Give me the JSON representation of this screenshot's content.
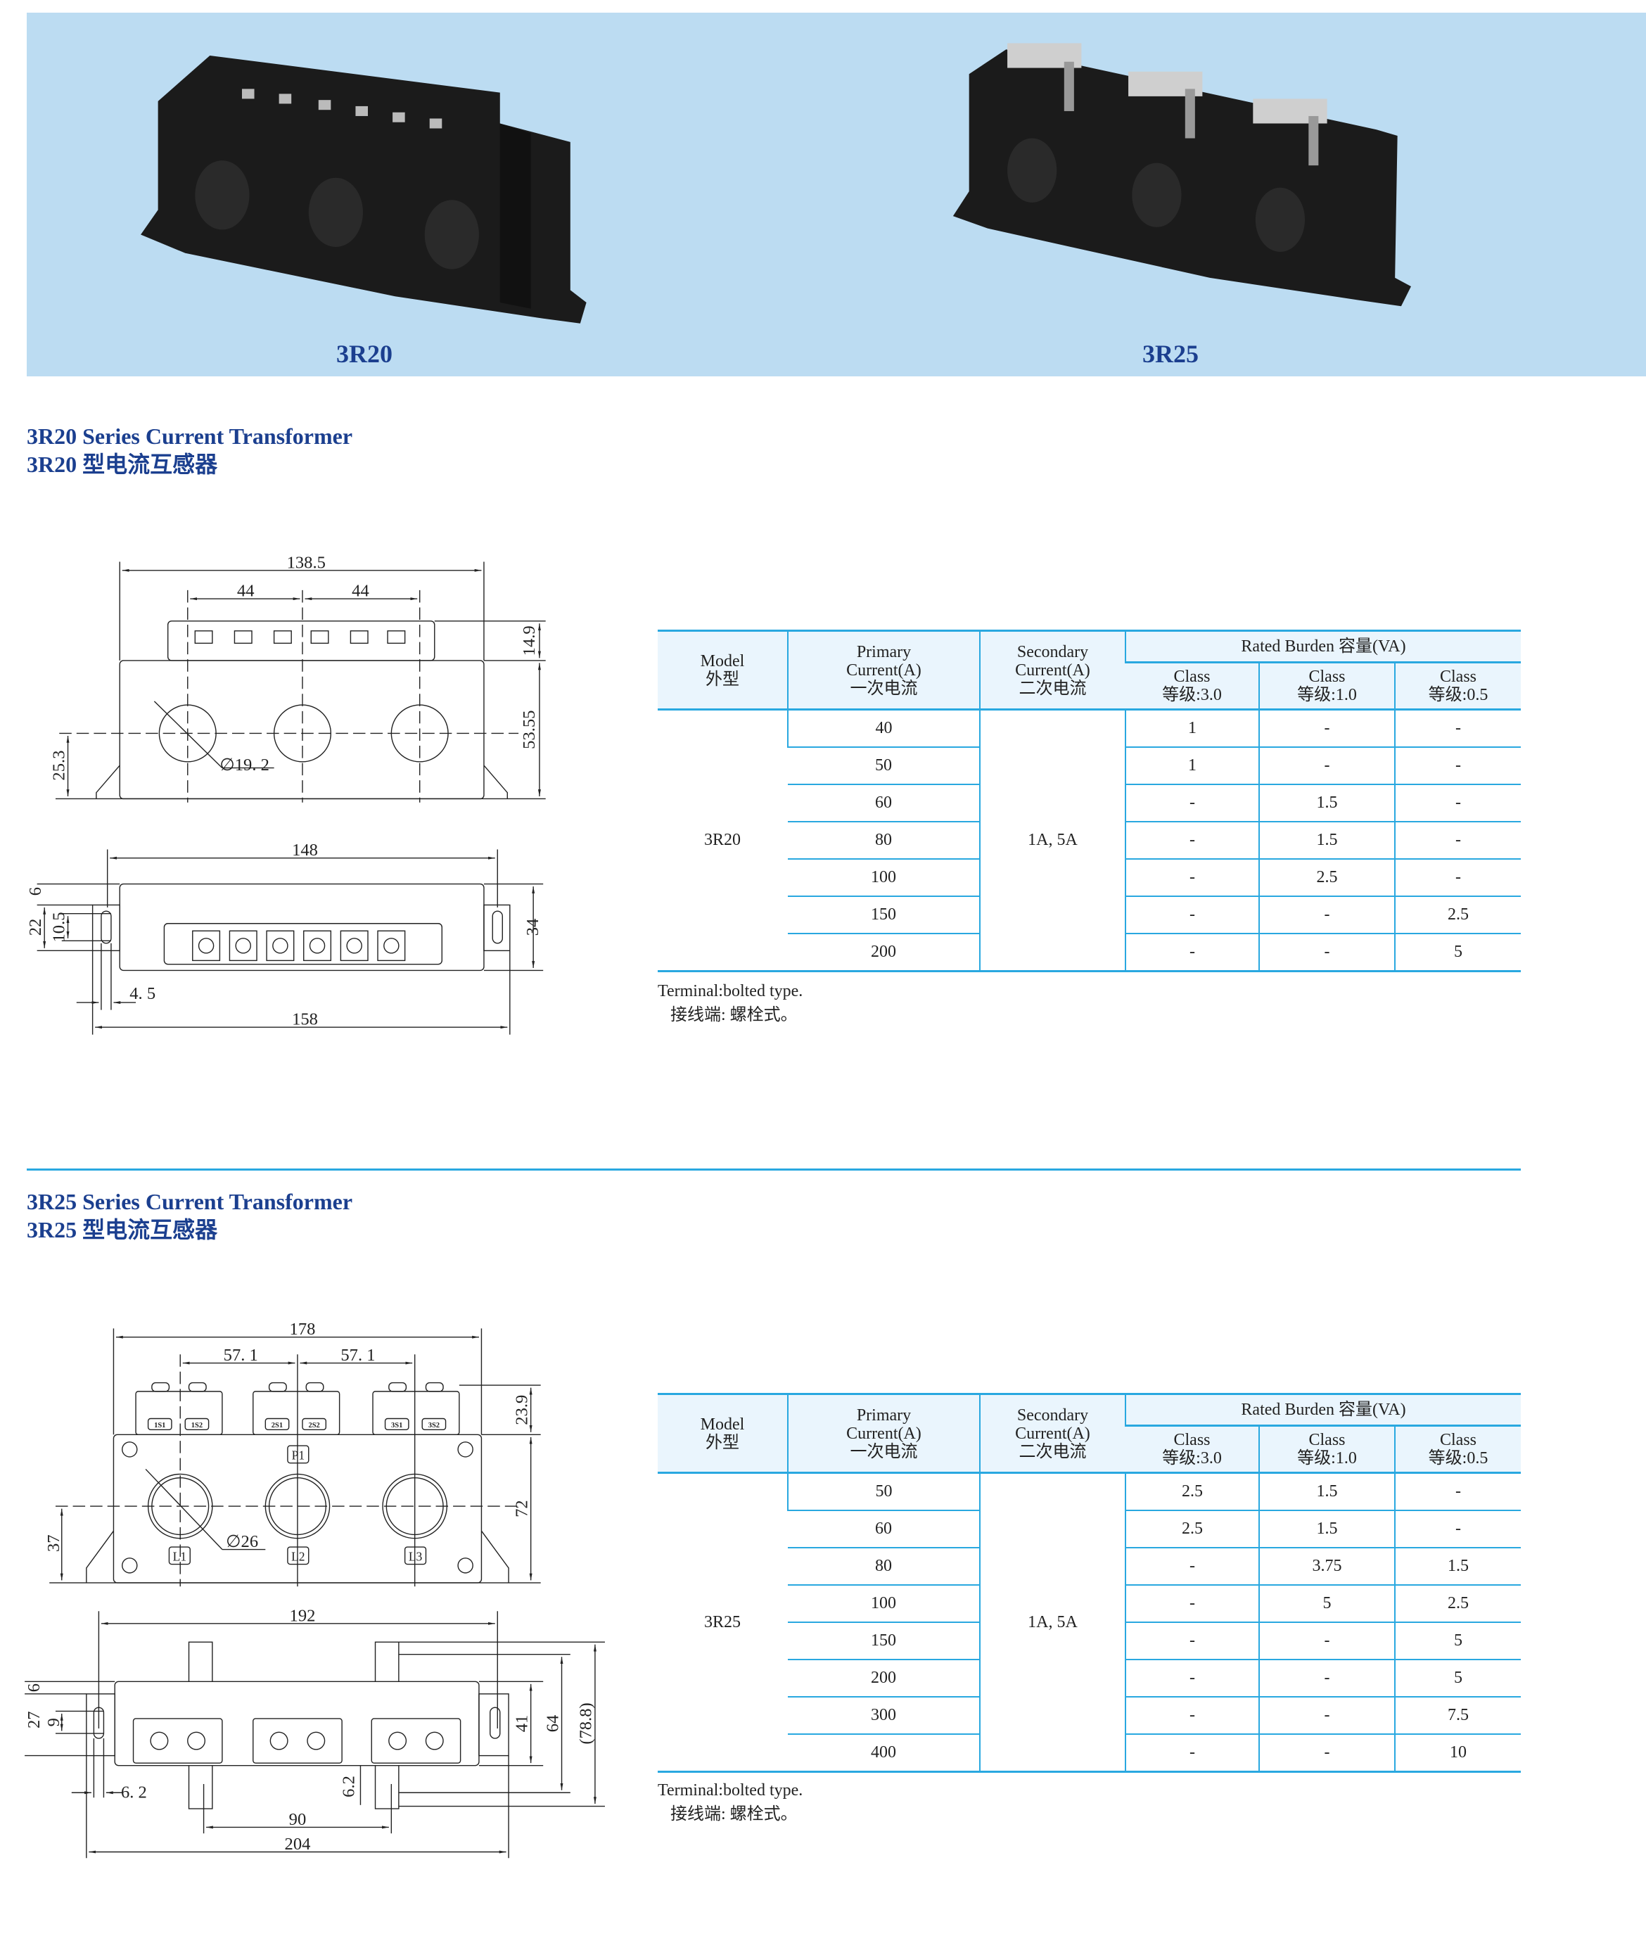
{
  "banner": {
    "products": [
      {
        "label": "3R20"
      },
      {
        "label": "3R25"
      }
    ],
    "bg_color": "#bcdcf2",
    "label_color": "#1b3f8f"
  },
  "sections": [
    {
      "title_en": "3R20 Series Current Transformer",
      "title_cn": "3R20 型电流互感器",
      "drawing": {
        "front": {
          "overall_width": "138.5",
          "pitch_left": "44",
          "pitch_right": "44",
          "terminal_height": "14.9",
          "body_height": "53.55",
          "center_height": "25.3",
          "hole_diameter": "∅19. 2"
        },
        "bottom": {
          "mount_span": "148",
          "depth": "34",
          "dim_6": "6",
          "dim_22": "22",
          "slot_length": "10.5",
          "slot_width": "4. 5",
          "overall_length": "158"
        }
      },
      "table": {
        "headers": {
          "model": [
            "Model",
            "外型"
          ],
          "primary": [
            "Primary",
            "Current(A)",
            "一次电流"
          ],
          "secondary": [
            "Secondary",
            "Current(A)",
            "二次电流"
          ],
          "burden": "Rated Burden 容量(VA)",
          "classes": [
            [
              "Class",
              "等级:3.0"
            ],
            [
              "Class",
              "等级:1.0"
            ],
            [
              "Class",
              "等级:0.5"
            ]
          ]
        },
        "model": "3R20",
        "secondary": "1A, 5A",
        "rows": [
          {
            "primary": "40",
            "c30": "1",
            "c10": "-",
            "c05": "-"
          },
          {
            "primary": "50",
            "c30": "1",
            "c10": "-",
            "c05": "-"
          },
          {
            "primary": "60",
            "c30": "-",
            "c10": "1.5",
            "c05": "-"
          },
          {
            "primary": "80",
            "c30": "-",
            "c10": "1.5",
            "c05": "-"
          },
          {
            "primary": "100",
            "c30": "-",
            "c10": "2.5",
            "c05": "-"
          },
          {
            "primary": "150",
            "c30": "-",
            "c10": "-",
            "c05": "2.5"
          },
          {
            "primary": "200",
            "c30": "-",
            "c10": "-",
            "c05": "5"
          }
        ]
      },
      "note_en": "Terminal:bolted type.",
      "note_cn": "接线端: 螺栓式。"
    },
    {
      "title_en": "3R25 Series Current Transformer",
      "title_cn": "3R25 型电流互感器",
      "drawing": {
        "front": {
          "overall_width": "178",
          "pitch_left": "57. 1",
          "pitch_right": "57. 1",
          "terminal_height": "23.9",
          "body_height": "72",
          "center_height": "37",
          "hole_diameter": "∅26",
          "terminal_labels": [
            "1S1",
            "1S2",
            "2S1",
            "2S2",
            "3S1",
            "3S2"
          ],
          "p_label": "P1",
          "l_labels": [
            "L1",
            "L2",
            "L3"
          ]
        },
        "bottom": {
          "mount_span": "192",
          "dim_41": "41",
          "dim_64": "64",
          "dim_78_8": "(78.8)",
          "dim_27": "27",
          "dim_6": "6",
          "slot_length": "9",
          "slot_width": "6. 2",
          "tab_slot": "6.2",
          "tab_pitch": "90",
          "overall_length": "204"
        }
      },
      "table": {
        "headers": {
          "model": [
            "Model",
            "外型"
          ],
          "primary": [
            "Primary",
            "Current(A)",
            "一次电流"
          ],
          "secondary": [
            "Secondary",
            "Current(A)",
            "二次电流"
          ],
          "burden": "Rated Burden 容量(VA)",
          "classes": [
            [
              "Class",
              "等级:3.0"
            ],
            [
              "Class",
              "等级:1.0"
            ],
            [
              "Class",
              "等级:0.5"
            ]
          ]
        },
        "model": "3R25",
        "secondary": "1A, 5A",
        "rows": [
          {
            "primary": "50",
            "c30": "2.5",
            "c10": "1.5",
            "c05": "-"
          },
          {
            "primary": "60",
            "c30": "2.5",
            "c10": "1.5",
            "c05": "-"
          },
          {
            "primary": "80",
            "c30": "-",
            "c10": "3.75",
            "c05": "1.5"
          },
          {
            "primary": "100",
            "c30": "-",
            "c10": "5",
            "c05": "2.5"
          },
          {
            "primary": "150",
            "c30": "-",
            "c10": "-",
            "c05": "5"
          },
          {
            "primary": "200",
            "c30": "-",
            "c10": "-",
            "c05": "5"
          },
          {
            "primary": "300",
            "c30": "-",
            "c10": "-",
            "c05": "7.5"
          },
          {
            "primary": "400",
            "c30": "-",
            "c10": "-",
            "c05": "10"
          }
        ]
      },
      "note_en": "Terminal:bolted type.",
      "note_cn": "接线端: 螺栓式。"
    }
  ],
  "colors": {
    "heading": "#1b3f8f",
    "rule": "#29a8e0",
    "header_bg": "#eaf5fd"
  }
}
